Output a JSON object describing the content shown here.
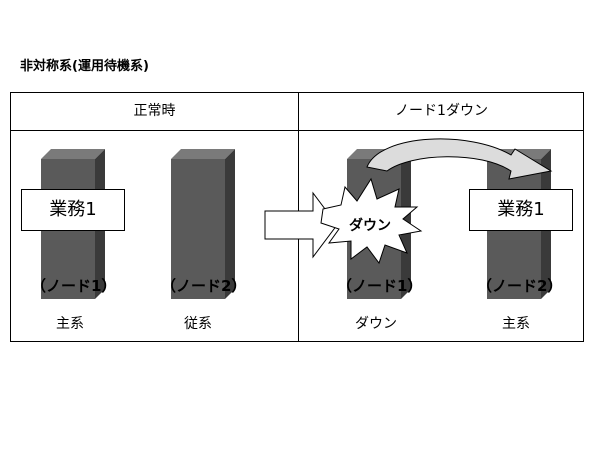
{
  "page_title": "非対称系(運用待機系)",
  "diagram": {
    "left_header": "正常時",
    "right_header": "ノード1ダウン",
    "task_label": "業務1",
    "burst_label": "ダウン",
    "nodes": [
      {
        "label": "（ノード1）",
        "role": "主系"
      },
      {
        "label": "（ノード2）",
        "role": "従系"
      },
      {
        "label": "（ノード1）",
        "role": "ダウン"
      },
      {
        "label": "（ノード2）",
        "role": "主系"
      }
    ],
    "colors": {
      "server_front": "#5a5a5a",
      "server_side": "#3a3a3a",
      "server_top": "#7a7a7a",
      "arrow_fill": "#dcdcdc"
    }
  }
}
